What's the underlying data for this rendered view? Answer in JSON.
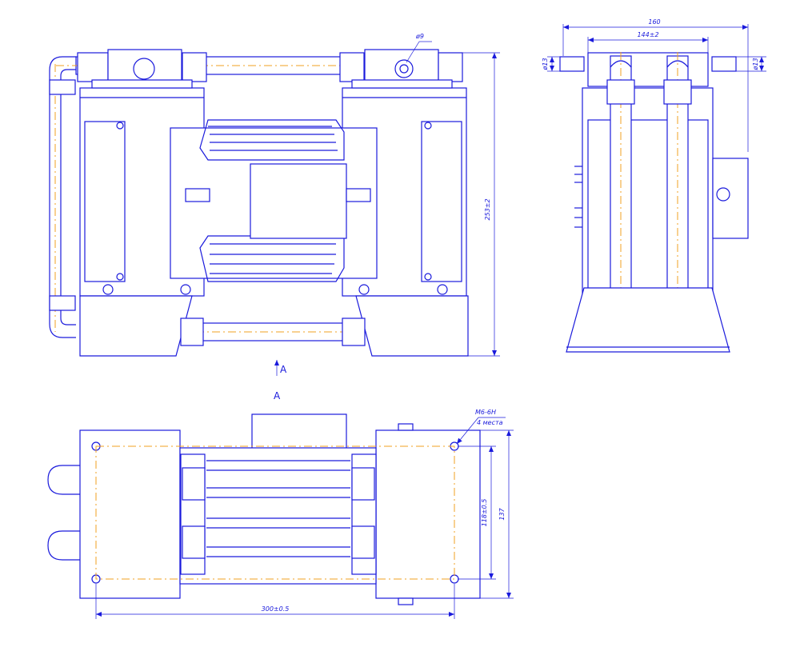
{
  "colors": {
    "line": "#1a1adc",
    "center_line": "#f0a020",
    "background": "#ffffff"
  },
  "dimensions": {
    "top_port_dia": "ø9",
    "height": "253±2",
    "overall_width": "160",
    "flange_width": "144±2",
    "left_tube_dia": "ø13",
    "right_tube_dia": "ø13",
    "thread_callout": "M6-6H",
    "thread_count": "4 места",
    "hole_spacing_vertical": "118±0.5",
    "plan_depth": "137",
    "hole_spacing_horizontal": "300±0.5"
  },
  "views": {
    "view_arrow_label": "A",
    "plan_view_title": "A"
  }
}
